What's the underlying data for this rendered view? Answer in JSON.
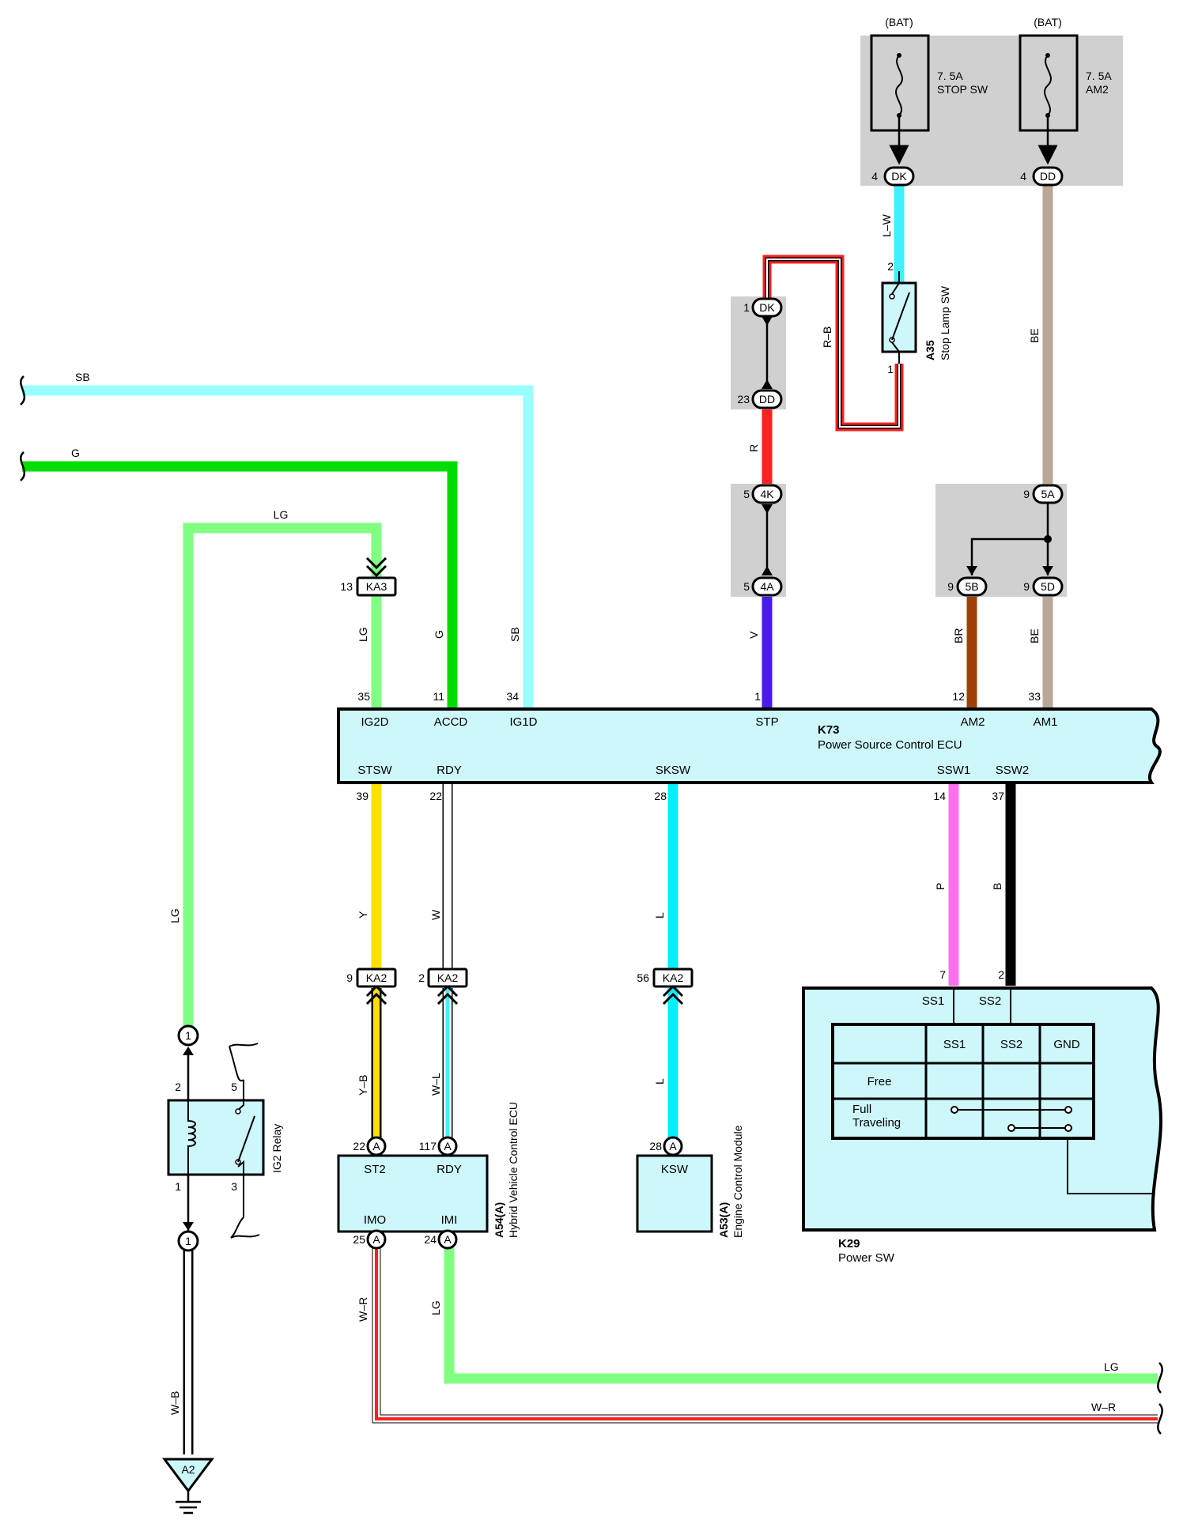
{
  "colors": {
    "LG": "#80ff80",
    "G": "#00dd00",
    "SB": "#99ffff",
    "L": "#00f0ff",
    "L_W": "#40f0ff",
    "R": "#ff2020",
    "V": "#4a18f0",
    "BR": "#a0400a",
    "BE": "#b9a898",
    "Y": "#ffe000",
    "P": "#ff70f0",
    "B": "#000000",
    "box_fill": "#cdf7fa",
    "junction_gray": "#d0d0d0"
  },
  "fuses": {
    "stop": {
      "supply": "(BAT)",
      "rating": "7. 5A",
      "name": "STOP SW",
      "pin": "4",
      "connector": "DK"
    },
    "am2": {
      "supply": "(BAT)",
      "rating": "7. 5A",
      "name": "AM2",
      "pin": "4",
      "connector": "DD"
    }
  },
  "stop_lamp_sw": {
    "code": "A35",
    "name": "Stop Lamp SW",
    "pin_top": "2",
    "pin_bottom": "1"
  },
  "junctions": {
    "dk1": {
      "pin": "1",
      "id": "DK"
    },
    "dd23": {
      "pin": "23",
      "id": "DD"
    },
    "k4k": {
      "pin": "5",
      "id": "4K"
    },
    "k4a": {
      "pin": "5",
      "id": "4A"
    },
    "a5a": {
      "pin": "9",
      "id": "5A"
    },
    "b5b": {
      "pin": "9",
      "id": "5B"
    },
    "d5d": {
      "pin": "9",
      "id": "5D"
    }
  },
  "ka3": {
    "pin": "13",
    "id": "KA3"
  },
  "ka2_y": {
    "pin": "9",
    "id": "KA2"
  },
  "ka2_w": {
    "pin": "2",
    "id": "KA2"
  },
  "ka2_l": {
    "pin": "56",
    "id": "KA2"
  },
  "left_wires": {
    "sb": "SB",
    "g": "G",
    "lg": "LG"
  },
  "wire_labels": {
    "lw": "L–W",
    "rb": "R–B",
    "r": "R",
    "v": "V",
    "be_top": "BE",
    "br": "BR",
    "be_low": "BE",
    "lg_up": "LG",
    "g_up": "G",
    "sb_up": "SB",
    "lg_left": "LG",
    "y": "Y",
    "w": "W",
    "l": "L",
    "p": "P",
    "b": "B",
    "yb": "Y–B",
    "wl": "W–L",
    "l2": "L",
    "wr": "W–R",
    "lg_low": "LG",
    "wb": "W–B",
    "lg_right": "LG",
    "wr_right": "W–R"
  },
  "ecu_k73": {
    "code": "K73",
    "name": "Power Source Control ECU",
    "top_pins": [
      {
        "num": "35",
        "label": "IG2D"
      },
      {
        "num": "11",
        "label": "ACCD"
      },
      {
        "num": "34",
        "label": "IG1D"
      },
      {
        "num": "1",
        "label": "STP"
      },
      {
        "num": "12",
        "label": "AM2"
      },
      {
        "num": "33",
        "label": "AM1"
      }
    ],
    "bottom_pins": [
      {
        "num": "39",
        "label": "STSW"
      },
      {
        "num": "22",
        "label": "RDY"
      },
      {
        "num": "28",
        "label": "SKSW"
      },
      {
        "num": "14",
        "label": "SSW1"
      },
      {
        "num": "37",
        "label": "SSW2"
      }
    ]
  },
  "power_sw_k29": {
    "code": "K29",
    "name": "Power SW",
    "pins": [
      {
        "num": "7",
        "label": "SS1"
      },
      {
        "num": "2",
        "label": "SS2"
      }
    ],
    "table": {
      "headers": [
        "SS1",
        "SS2",
        "GND"
      ],
      "rows": [
        "Free",
        "Full\nTraveling"
      ]
    }
  },
  "hv_ecu_a54": {
    "code": "A54(A)",
    "name": "Hybrid Vehicle Control ECU",
    "connector": "A",
    "pins": [
      {
        "num": "22",
        "label": "ST2"
      },
      {
        "num": "117",
        "label": "RDY"
      },
      {
        "num": "25",
        "label": "IMO"
      },
      {
        "num": "24",
        "label": "IMI"
      }
    ]
  },
  "ecm_a53": {
    "code": "A53(A)",
    "name": "Engine Control Module",
    "connector": "A",
    "pin": "28",
    "label": "KSW"
  },
  "ig2_relay": {
    "name": "IG2 Relay",
    "pin2": "2",
    "pin5": "5",
    "pin1": "1",
    "pin3": "3",
    "conn": "1"
  },
  "ground": {
    "id": "A2"
  }
}
